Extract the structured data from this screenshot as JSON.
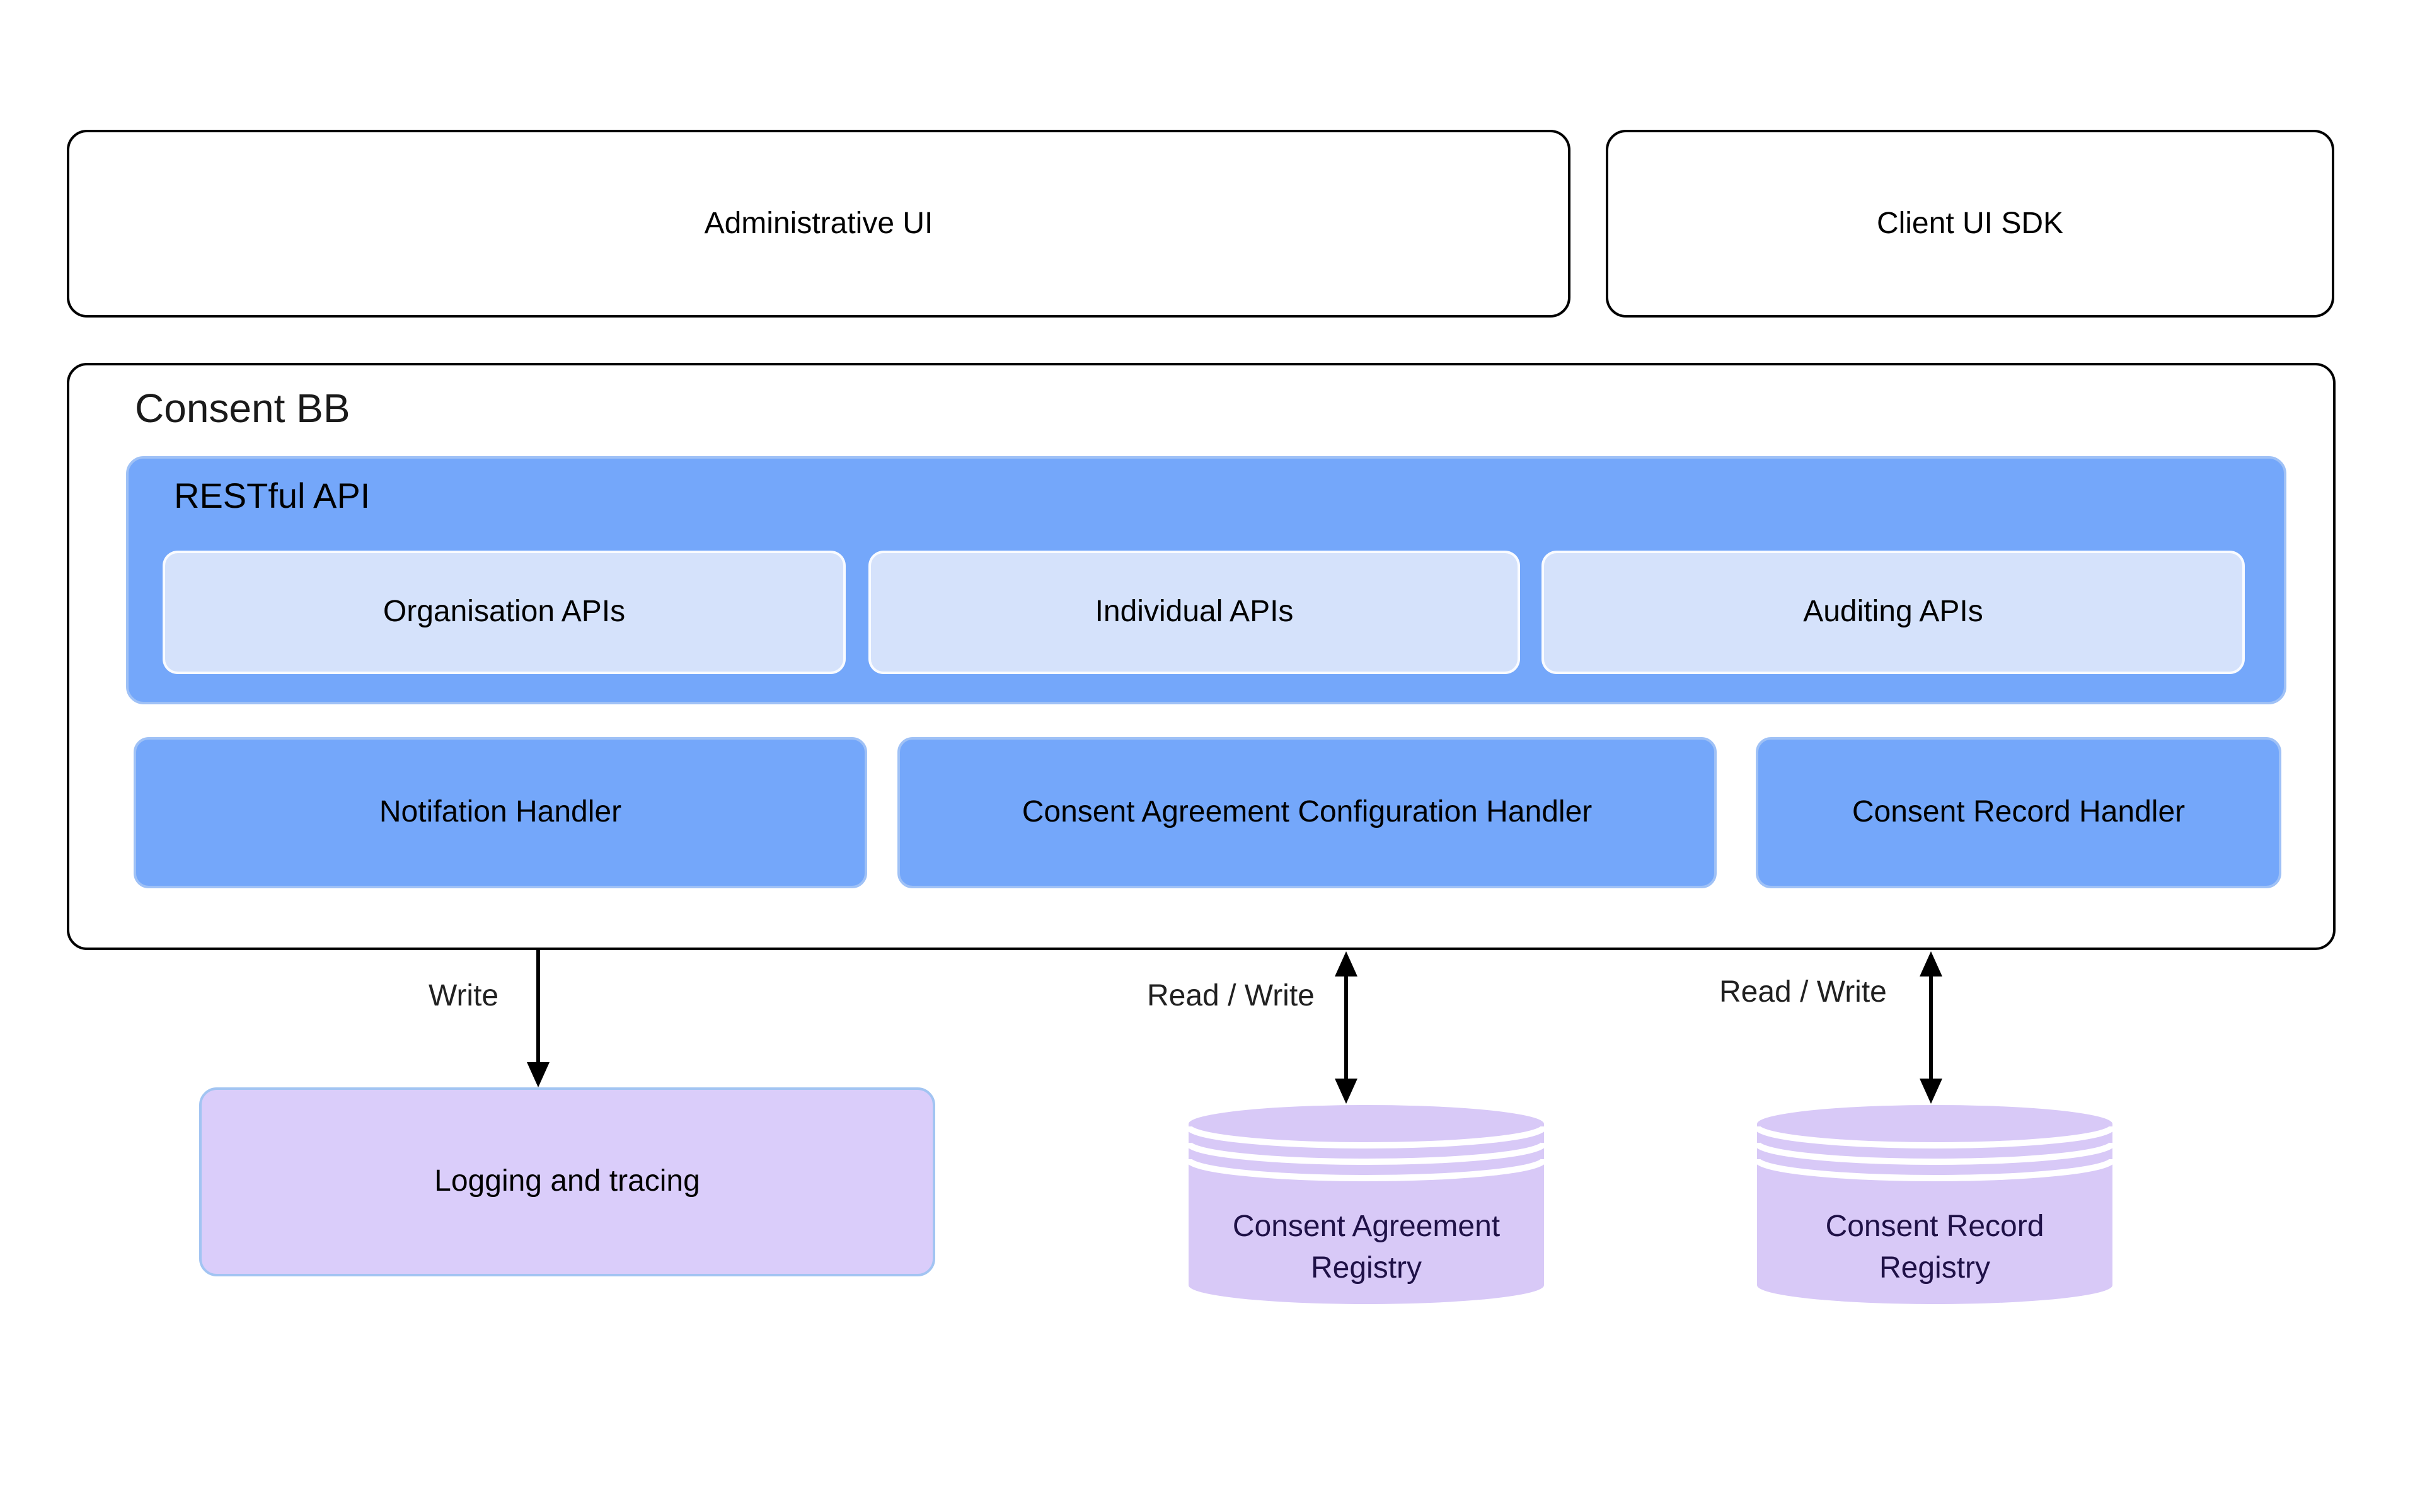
{
  "top_row": {
    "admin_ui": "Administrative UI",
    "client_sdk": "Client UI SDK"
  },
  "consent_bb": {
    "title": "Consent BB",
    "restful_api": {
      "title": "RESTful API",
      "apis": [
        "Organisation APIs",
        "Individual APIs",
        "Auditing APIs"
      ]
    },
    "handlers": [
      "Notifation Handler",
      "Consent Agreement Configuration Handler",
      "Consent Record Handler"
    ]
  },
  "connections": [
    {
      "label": "Write",
      "direction": "down"
    },
    {
      "label": "Read / Write",
      "direction": "bidirectional"
    },
    {
      "label": "Read / Write",
      "direction": "bidirectional"
    }
  ],
  "storage": {
    "logging": "Logging and tracing",
    "registries": [
      {
        "line1": "Consent Agreement",
        "line2": "Registry"
      },
      {
        "line1": "Consent Record",
        "line2": "Registry"
      }
    ]
  },
  "theme": {
    "node-blue": "#74a7fa",
    "node-blue-light": "#d5e2fb",
    "blue-rim": "#9fc1f6",
    "node-purple": "#dacdfa",
    "purple-rim": "#a2c4f2",
    "cylinder-fill": "#d8c9f7",
    "registry-text": "#1f1147",
    "arrow-black": "#000000"
  }
}
